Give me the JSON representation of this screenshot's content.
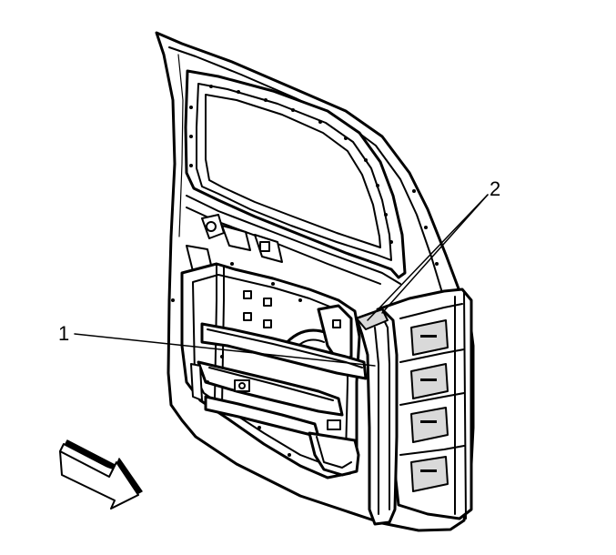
{
  "diagram": {
    "callouts": [
      {
        "label": "1",
        "target": "door-panel-opening"
      },
      {
        "label": "2",
        "target": "door-rear-seal-strip"
      }
    ],
    "direction_arrow": {
      "icon": "forward-direction-arrow-icon"
    }
  }
}
